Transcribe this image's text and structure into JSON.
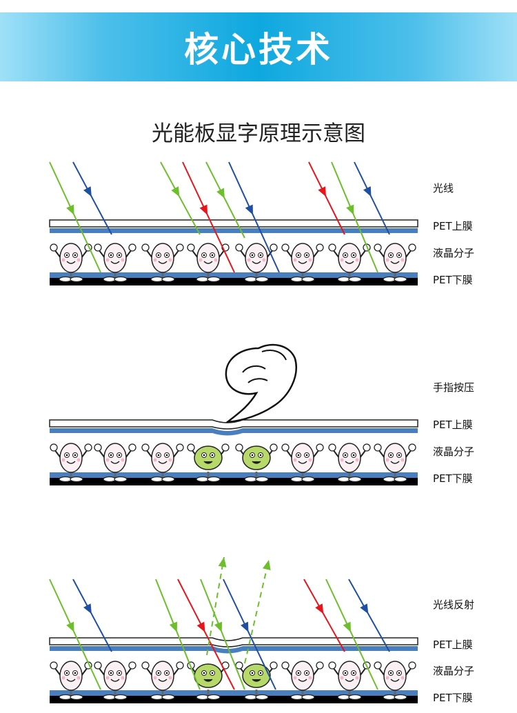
{
  "header": {
    "title": "核心技术"
  },
  "subtitle": "光能板显字原理示意图",
  "panels": [
    {
      "labels": [
        "光线",
        "PET上膜",
        "液晶分子",
        "PET下膜"
      ]
    },
    {
      "labels": [
        "手指按压",
        "PET上膜",
        "液晶分子",
        "PET下膜"
      ]
    },
    {
      "labels": [
        "光线反射",
        "PET上膜",
        "液晶分子",
        "PET下膜"
      ]
    }
  ],
  "colors": {
    "green": "#6cbf2a",
    "blue": "#1e4fa3",
    "red": "#e8141c",
    "film_blue": "#4a7fbf",
    "molecule_green": "#b7d96a"
  }
}
